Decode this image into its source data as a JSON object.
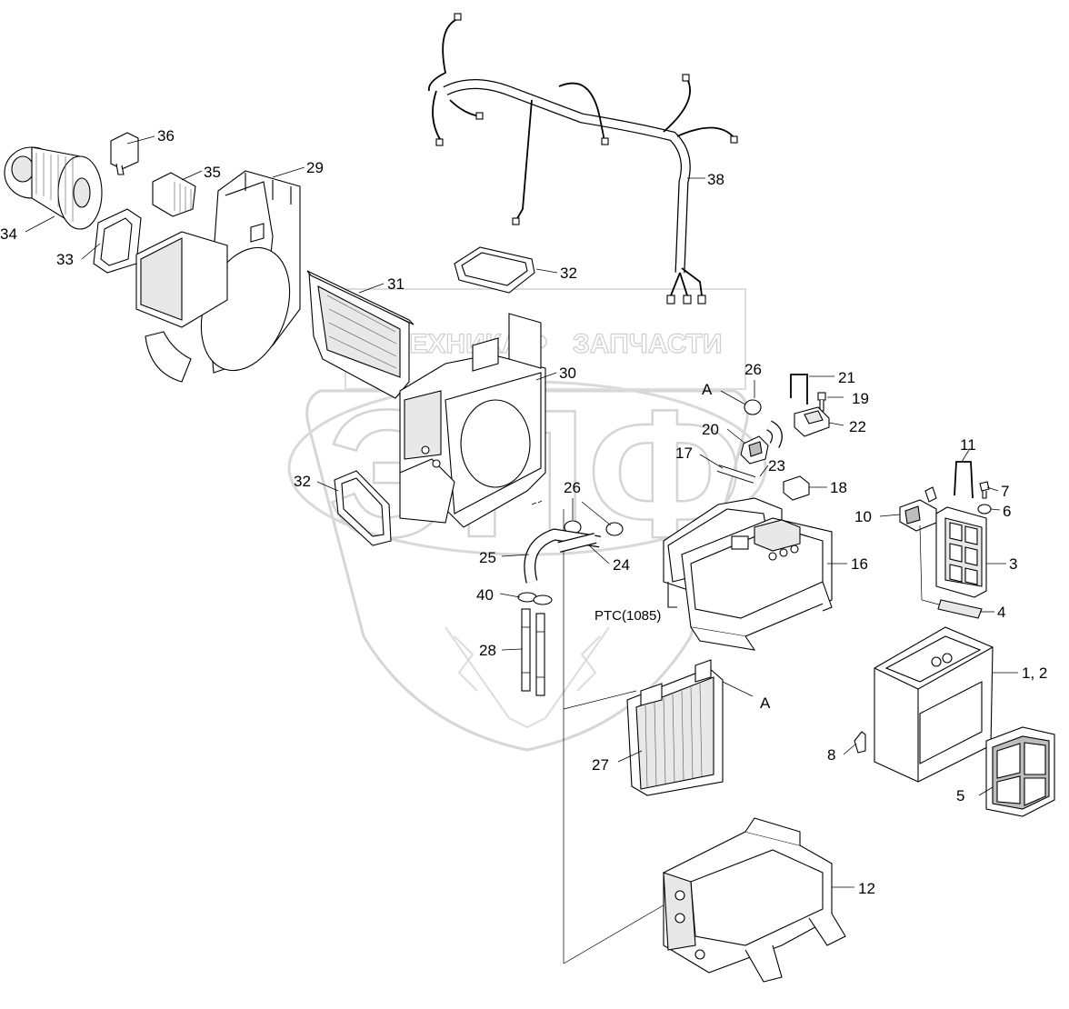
{
  "watermark": {
    "brand_left": "ТЕХНИКА",
    "brand_right": "ЗАПЧАСТИ",
    "emblem": "ЭПФ"
  },
  "callouts": {
    "c1_2": "1, 2",
    "c3": "3",
    "c4": "4",
    "c5": "5",
    "c6": "6",
    "c7": "7",
    "c8": "8",
    "c10": "10",
    "c11": "11",
    "c12": "12",
    "c16": "16",
    "c17": "17",
    "c18": "18",
    "c19": "19",
    "c20": "20",
    "c21": "21",
    "c22": "22",
    "c23": "23",
    "c24": "24",
    "c25": "25",
    "c26a": "26",
    "c26b": "26",
    "c27": "27",
    "c28": "28",
    "c29": "29",
    "c30": "30",
    "c31": "31",
    "c32a": "32",
    "c32b": "32",
    "c33": "33",
    "c34": "34",
    "c35": "35",
    "c36": "36",
    "c38": "38",
    "c40": "40",
    "a1": "A",
    "a2": "A",
    "ptc": "PTC(1085)"
  }
}
